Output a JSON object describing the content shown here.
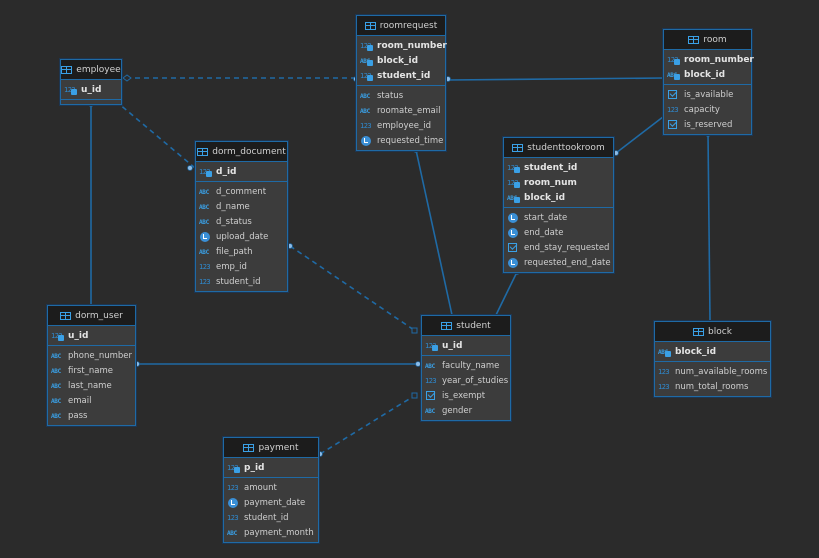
{
  "diagram": {
    "entities": {
      "employee": {
        "name": "employee",
        "pk": [
          {
            "name": "u_id",
            "type": "num"
          }
        ],
        "columns": []
      },
      "roomrequest": {
        "name": "roomrequest",
        "pk": [
          {
            "name": "room_number",
            "type": "num"
          },
          {
            "name": "block_id",
            "type": "str"
          },
          {
            "name": "student_id",
            "type": "num"
          }
        ],
        "columns": [
          {
            "name": "status",
            "type": "str"
          },
          {
            "name": "roomate_email",
            "type": "str"
          },
          {
            "name": "employee_id",
            "type": "num"
          },
          {
            "name": "requested_time",
            "type": "time"
          }
        ]
      },
      "room": {
        "name": "room",
        "pk": [
          {
            "name": "room_number",
            "type": "num"
          },
          {
            "name": "block_id",
            "type": "str"
          }
        ],
        "columns": [
          {
            "name": "is_available",
            "type": "bool"
          },
          {
            "name": "capacity",
            "type": "num"
          },
          {
            "name": "is_reserved",
            "type": "bool"
          }
        ]
      },
      "dorm_document": {
        "name": "dorm_document",
        "pk": [
          {
            "name": "d_id",
            "type": "num"
          }
        ],
        "columns": [
          {
            "name": "d_comment",
            "type": "str"
          },
          {
            "name": "d_name",
            "type": "str"
          },
          {
            "name": "d_status",
            "type": "str"
          },
          {
            "name": "upload_date",
            "type": "time"
          },
          {
            "name": "file_path",
            "type": "str"
          },
          {
            "name": "emp_id",
            "type": "num"
          },
          {
            "name": "student_id",
            "type": "num"
          }
        ]
      },
      "studenttookroom": {
        "name": "studenttookroom",
        "pk": [
          {
            "name": "student_id",
            "type": "num"
          },
          {
            "name": "room_num",
            "type": "num"
          },
          {
            "name": "block_id",
            "type": "str"
          }
        ],
        "columns": [
          {
            "name": "start_date",
            "type": "time"
          },
          {
            "name": "end_date",
            "type": "time"
          },
          {
            "name": "end_stay_requested",
            "type": "bool"
          },
          {
            "name": "requested_end_date",
            "type": "time"
          }
        ]
      },
      "dorm_user": {
        "name": "dorm_user",
        "pk": [
          {
            "name": "u_id",
            "type": "num"
          }
        ],
        "columns": [
          {
            "name": "phone_number",
            "type": "str"
          },
          {
            "name": "first_name",
            "type": "str"
          },
          {
            "name": "last_name",
            "type": "str"
          },
          {
            "name": "email",
            "type": "str"
          },
          {
            "name": "pass",
            "type": "str"
          }
        ]
      },
      "student": {
        "name": "student",
        "pk": [
          {
            "name": "u_id",
            "type": "num"
          }
        ],
        "columns": [
          {
            "name": "faculty_name",
            "type": "str"
          },
          {
            "name": "year_of_studies",
            "type": "num"
          },
          {
            "name": "is_exempt",
            "type": "bool"
          },
          {
            "name": "gender",
            "type": "str"
          }
        ]
      },
      "block": {
        "name": "block",
        "pk": [
          {
            "name": "block_id",
            "type": "str"
          }
        ],
        "columns": [
          {
            "name": "num_available_rooms",
            "type": "num"
          },
          {
            "name": "num_total_rooms",
            "type": "num"
          }
        ]
      },
      "payment": {
        "name": "payment",
        "pk": [
          {
            "name": "p_id",
            "type": "num"
          }
        ],
        "columns": [
          {
            "name": "amount",
            "type": "num"
          },
          {
            "name": "payment_date",
            "type": "time"
          },
          {
            "name": "student_id",
            "type": "num"
          },
          {
            "name": "payment_month",
            "type": "str"
          }
        ]
      }
    },
    "relationships": [
      {
        "from": "roomrequest",
        "to": "employee",
        "style": "dashed"
      },
      {
        "from": "dorm_document",
        "to": "employee",
        "style": "dashed"
      },
      {
        "from": "roomrequest",
        "to": "room",
        "style": "solid"
      },
      {
        "from": "studenttookroom",
        "to": "room",
        "style": "solid"
      },
      {
        "from": "block",
        "to": "room",
        "style": "solid"
      },
      {
        "from": "roomrequest",
        "to": "student",
        "style": "solid"
      },
      {
        "from": "studenttookroom",
        "to": "student",
        "style": "solid"
      },
      {
        "from": "dorm_document",
        "to": "student",
        "style": "dashed"
      },
      {
        "from": "employee",
        "to": "dorm_user",
        "style": "solid"
      },
      {
        "from": "student",
        "to": "dorm_user",
        "style": "solid"
      },
      {
        "from": "payment",
        "to": "student",
        "style": "dashed"
      }
    ],
    "colors": {
      "background": "#2b2b2b",
      "entity_fill": "#3c3c3c",
      "entity_header": "#1c1c1c",
      "accent": "#1f6aa5",
      "icon": "#3aa0e6"
    }
  }
}
